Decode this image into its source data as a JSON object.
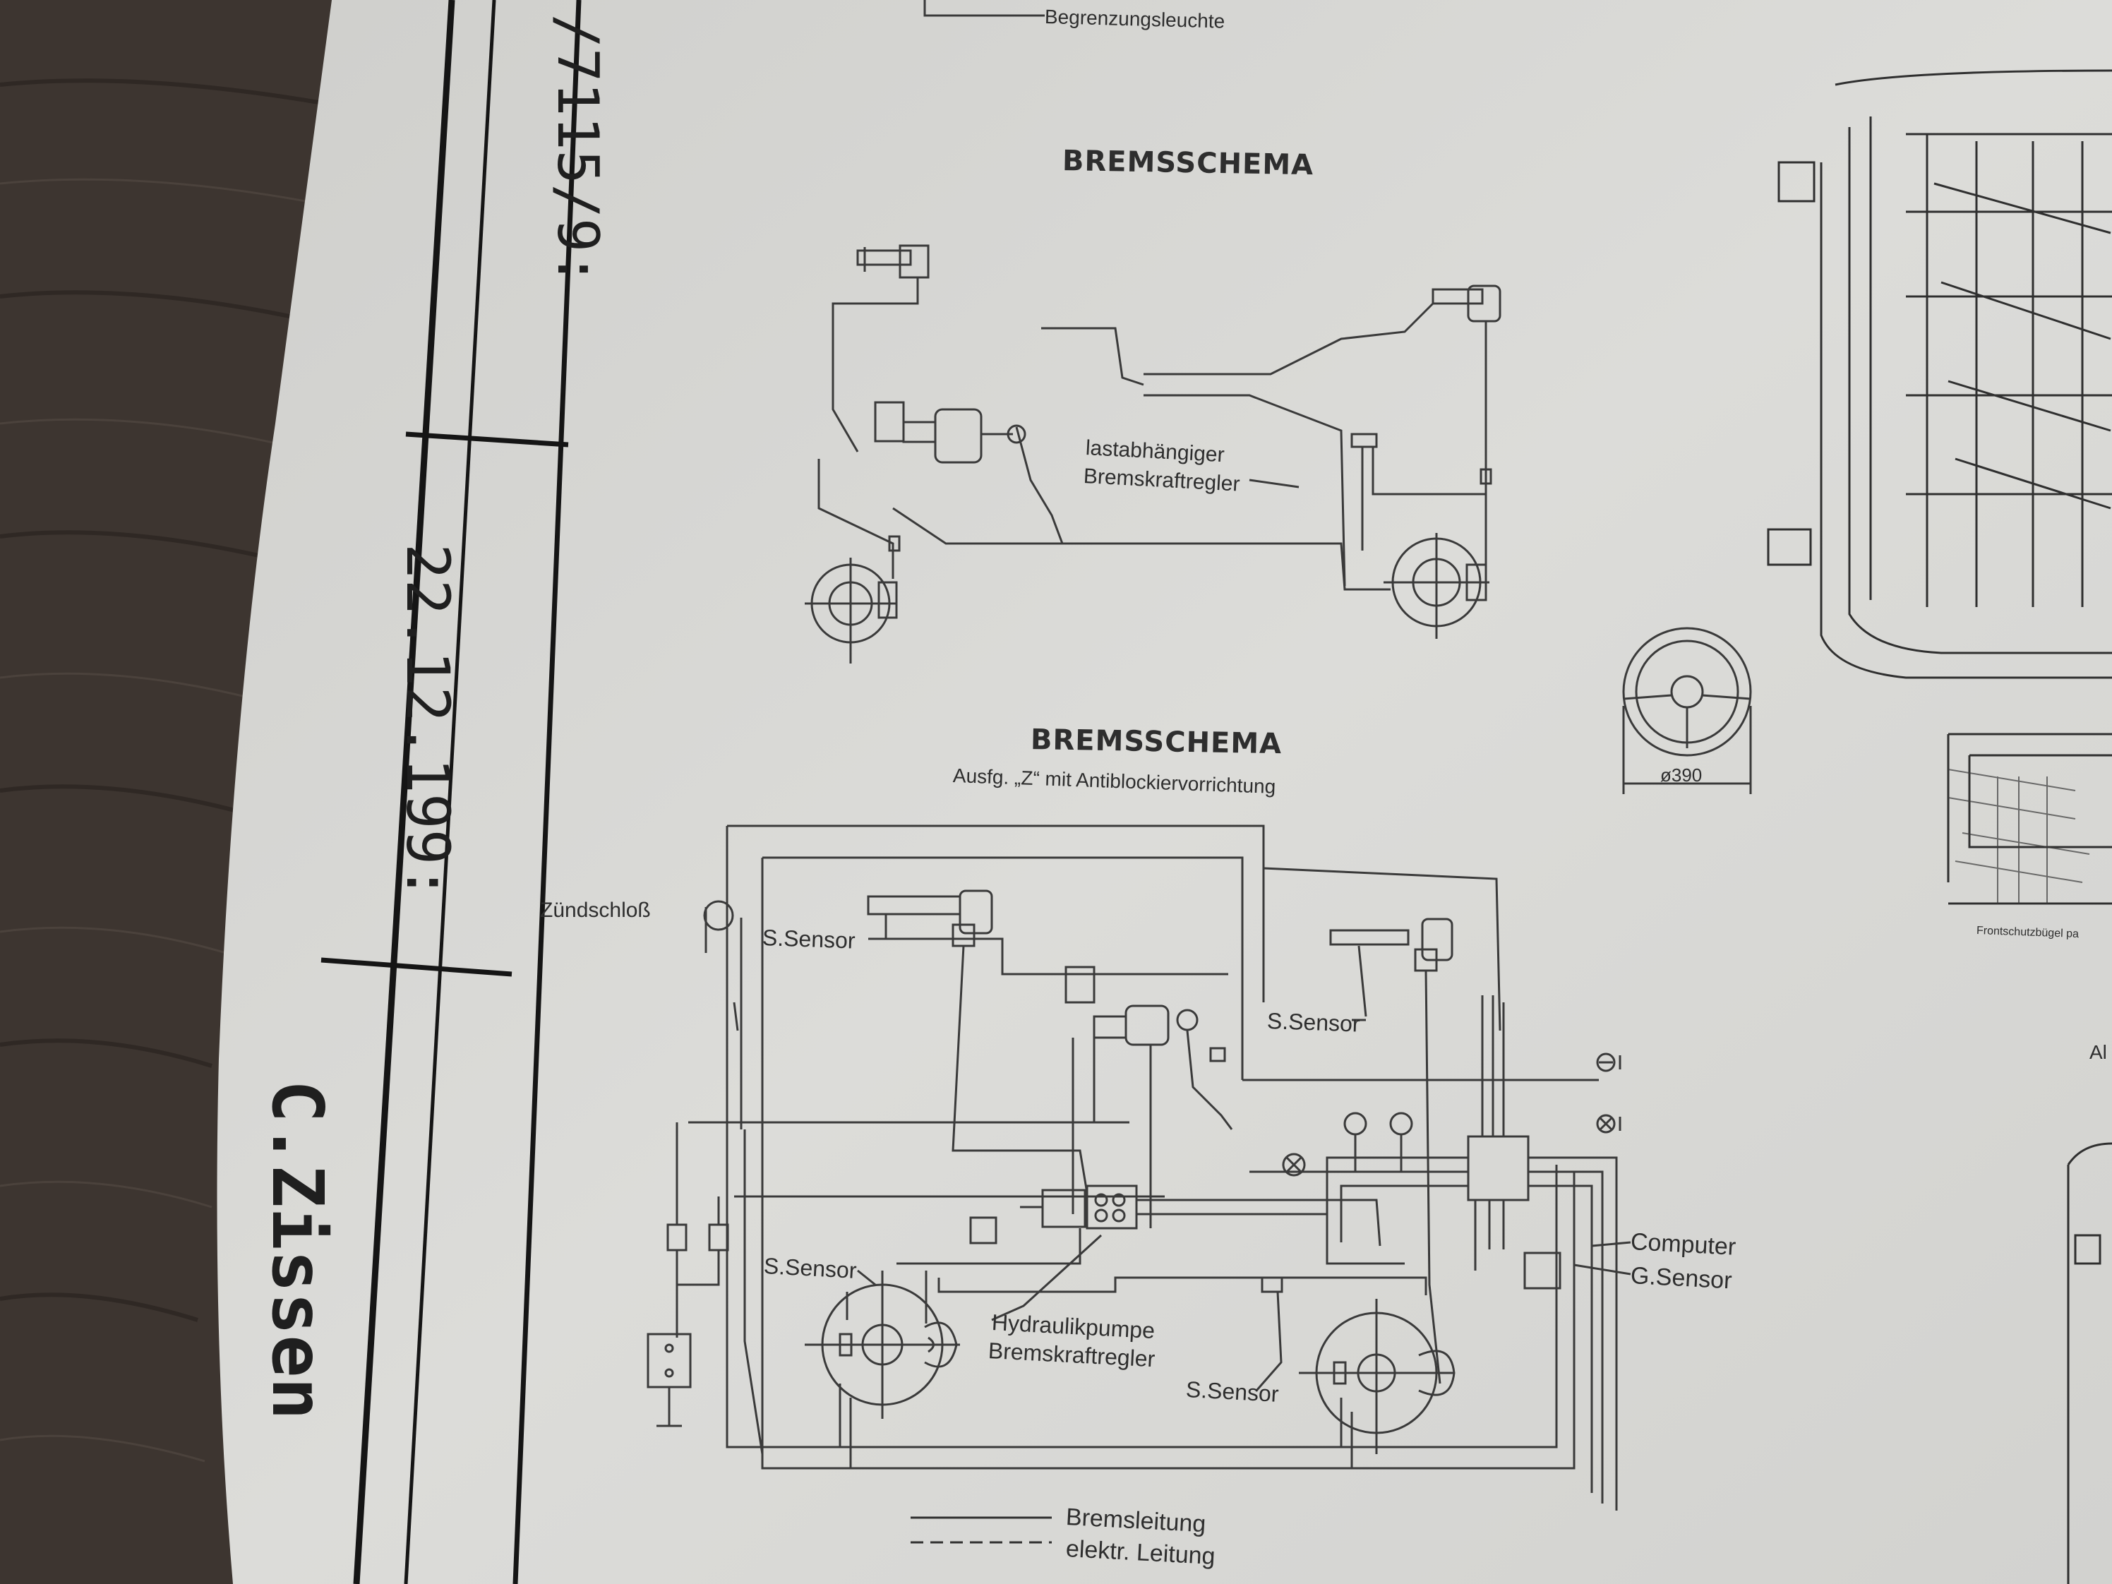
{
  "sheet": {
    "drawing_number": "/7115/9:",
    "date": "22.12.199:",
    "drafter": "C.Zissen"
  },
  "top_fragment": {
    "label": "Begrenzungsleuchte"
  },
  "schema_top": {
    "title": "BREMSSCHEMA",
    "label_regulator_1": "lastabhängiger",
    "label_regulator_2": "Bremskraftregler"
  },
  "schema_abs": {
    "title": "BREMSSCHEMA",
    "subtitle": "Ausfg. „Z“ mit Antiblockiervorrichtung",
    "ignition": "Zündschloß",
    "sensor_front_left": "S.Sensor",
    "sensor_front_right": "S.Sensor",
    "sensor_rear_left": "S.Sensor",
    "sensor_rear_right": "S.Sensor",
    "pump_1": "Hydraulikpumpe",
    "pump_2": "Bremskraftregler",
    "computer": "Computer",
    "g_sensor": "G.Sensor"
  },
  "steering_wheel": {
    "diameter": "ø390"
  },
  "right_fragments": {
    "label_small": "Frontschutzbügel pa",
    "label_al": "Al"
  },
  "legend": {
    "brake_line": "Bremsleitung",
    "electric_line": "elektr. Leitung"
  },
  "colors": {
    "paper": "#d9d9d6",
    "ink": "#2e2e2e",
    "wood": "#3b342f"
  }
}
